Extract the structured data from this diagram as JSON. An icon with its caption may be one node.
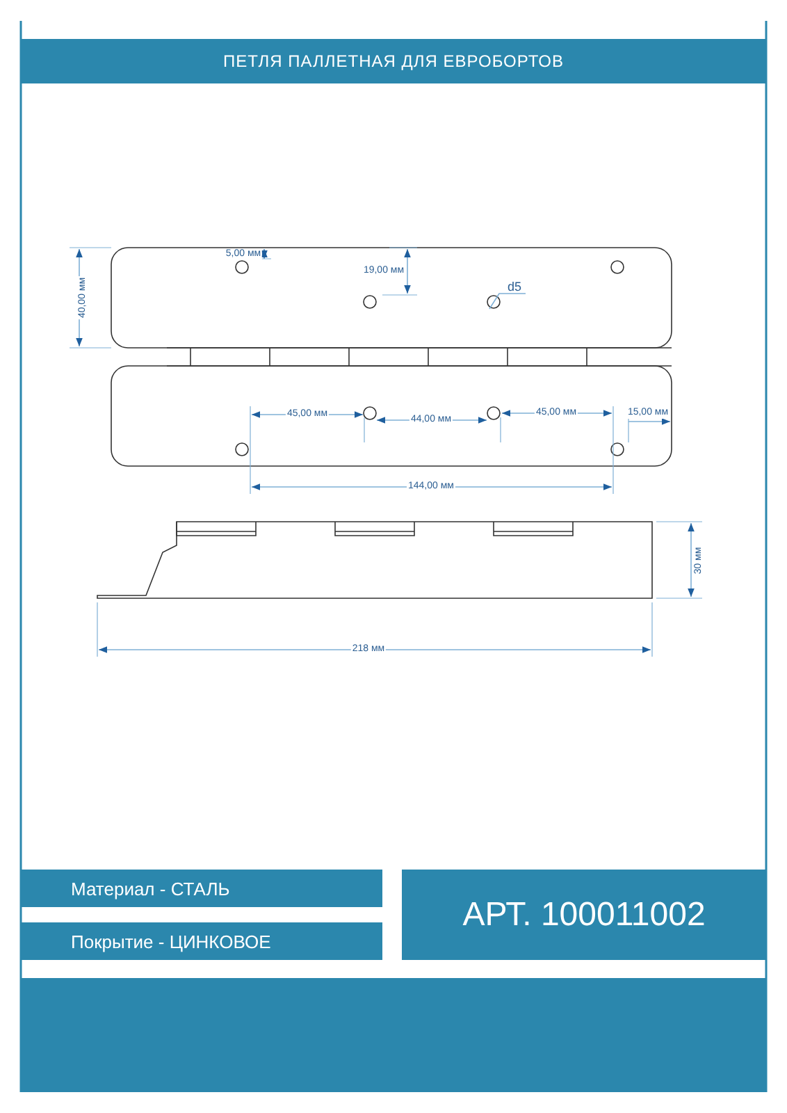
{
  "diagram": {
    "title": "ПЕТЛЯ ПАЛЛЕТНАЯ ДЛЯ ЕВРОБОРТОВ",
    "nodes": [
      {
        "text": [
          "Материал - СТАЛЬ"
        ]
      },
      {
        "text": [
          "Покрытие - ЦИНКОВОЕ"
        ]
      },
      {
        "text": [
          "АРТ. 100011002"
        ]
      },
      {
        "text": [
          "d5"
        ]
      },
      {
        "text": [],
        "shape": "circle"
      }
    ],
    "edges": [
      {
        "from": 3,
        "to": 4,
        "arrow": "none"
      }
    ],
    "labels": [
      "5,00 мм",
      "19,00 мм",
      "40,00 мм",
      "45,00 мм",
      "44,00 мм",
      "45,00 мм",
      "15,00 мм",
      "144,00 мм",
      "30 мм",
      "218 мм"
    ]
  }
}
